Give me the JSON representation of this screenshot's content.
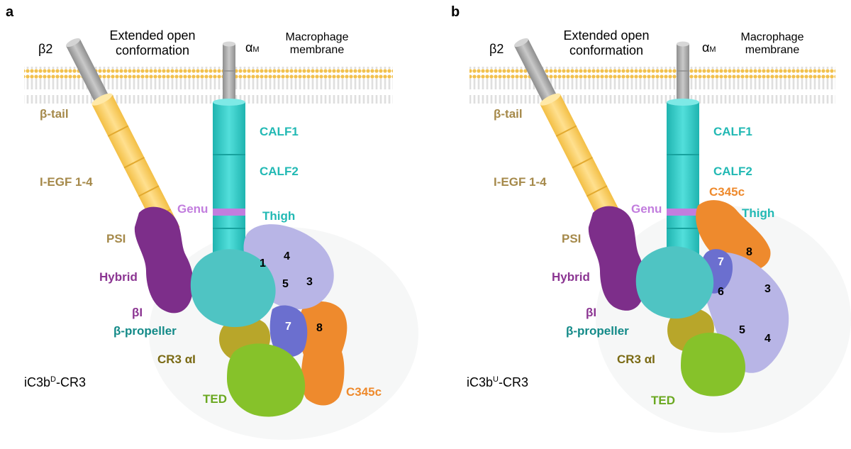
{
  "panels": [
    {
      "letter": "a",
      "header_left_line1": "Extended open",
      "header_left_line2": "conformation",
      "beta2": "β2",
      "alpha_greek": "α",
      "alpha_sub": "M",
      "membrane_line1": "Macrophage",
      "membrane_line2": "membrane",
      "labels": {
        "beta_tail": "β-tail",
        "iegf": "I-EGF 1-4",
        "psi": "PSI",
        "hybrid": "Hybrid",
        "beta_i": "βI",
        "beta_propeller": "β-propeller",
        "calf1": "CALF1",
        "calf2": "CALF2",
        "genu": "Genu",
        "thigh": "Thigh",
        "cr3_ai": "CR3 αI",
        "ted": "TED",
        "c345c": "C345c"
      },
      "numbers": [
        "1",
        "4",
        "5",
        "3",
        "7",
        "8"
      ],
      "complex_prefix": "iC3b",
      "complex_sup": "D",
      "complex_suffix": "-CR3"
    },
    {
      "letter": "b",
      "header_left_line1": "Extended open",
      "header_left_line2": "conformation",
      "beta2": "β2",
      "alpha_greek": "α",
      "alpha_sub": "M",
      "membrane_line1": "Macrophage",
      "membrane_line2": "membrane",
      "labels": {
        "beta_tail": "β-tail",
        "iegf": "I-EGF 1-4",
        "psi": "PSI",
        "hybrid": "Hybrid",
        "beta_i": "βI",
        "beta_propeller": "β-propeller",
        "calf1": "CALF1",
        "calf2": "CALF2",
        "genu": "Genu",
        "thigh": "Thigh",
        "cr3_ai": "CR3 αI",
        "ted": "TED",
        "c345c": "C345c"
      },
      "numbers": [
        "8",
        "7",
        "6",
        "3",
        "5",
        "4"
      ],
      "complex_prefix": "iC3b",
      "complex_sup": "U",
      "complex_suffix": "-CR3"
    }
  ],
  "colors": {
    "membrane_head": "#f2c14e",
    "membrane_tail": "#b5b5b5",
    "beta_leg": "#fdd16a",
    "beta_dark_label": "#a5894a",
    "gray_tm": "#a7a7a7",
    "calf": "#2ecfca",
    "calf_label": "#22b9b4",
    "genu": "#c27dde",
    "thigh_label": "#22b9b4",
    "psi_hybrid": "#7d2e8a",
    "hybrid_label": "#8b3592",
    "propeller": "#4fc4c3",
    "propeller_label": "#138a88",
    "macroglobulin": "#b8b5e6",
    "mg7": "#6b6fcf",
    "c345c": "#ee8a2d",
    "cr3_ai": "#b8a62a",
    "cr3_label": "#7a6a14",
    "ted": "#86c22a",
    "ted_label": "#6aa820"
  }
}
